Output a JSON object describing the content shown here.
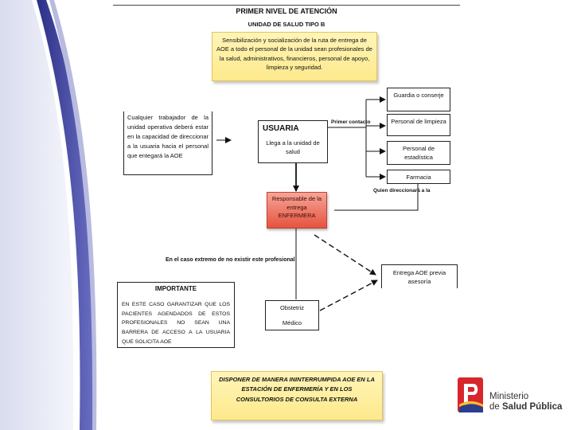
{
  "header": {
    "title": "PRIMER NIVEL DE ATENCIÓN",
    "subtitle": "UNIDAD DE SALUD TIPO B"
  },
  "sensitization_note": "Sensibilización y socialización de la ruta de entrega de AOE a todo el personal de la unidad sean profesionales de la salud, administrativos, financieros, personal de apoyo, limpieza y seguridad.",
  "worker_box": "Cualquier trabajador de la unidad operativa deberá estar en la capacidad de direccionar a la usuaria hacia el personal que entegará la AOE",
  "usuaria": {
    "title": "USUARIA",
    "text": "Llega a la unidad de salud"
  },
  "first_contact_label": "Primer contacto",
  "contact_boxes": [
    "Guardia o conserje",
    "Personal de limpieza",
    "Personal de estadística",
    "Farmacia"
  ],
  "redirect_label": "Quien direccionará a la",
  "responsable": "Responsable de la entrega ENFERMERA",
  "extreme_case_label": "En el caso extremo de no existir este profesional",
  "entrega_box": "Entrega AOE previa asesoría",
  "obstetriz_box": {
    "line1": "Obstetriz",
    "line2": "Médico"
  },
  "important": {
    "title": "IMPORTANTE",
    "text": "EN ESTE CASO GARANTIZAR QUE LOS PACIENTES AGENDADOS DE ESTOS PROFESIONALES NO SEAN UNA BARRERA DE ACCESO A LA USUARIA QUE SOLICITA AOE"
  },
  "bottom_note": "DISPONER DE MANERA ININTERRUMPIDA AOE EN LA ESTACIÓN DE ENFERMERÍA Y EN LOS CONSULTORIOS DE CONSULTA EXTERNA",
  "logo": {
    "line1": "Ministerio",
    "line2_prefix": "de ",
    "line2_strong": "Salud Pública"
  },
  "colors": {
    "note_yellow": "#fde98c",
    "responsable_red": "#e5533e",
    "swoosh_blue": "#3b3f9a"
  }
}
